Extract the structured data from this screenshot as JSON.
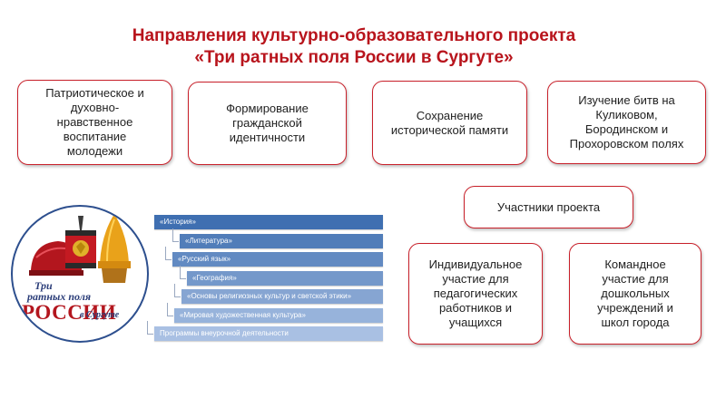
{
  "title": {
    "line1": "Направления культурно-образовательного проекта",
    "line2": "«Три ратных поля России в Сургуте»"
  },
  "directions": [
    "Патриотическое и\nдуховно-\nнравственное\nвоспитание\nмолодежи",
    "Формирование\nгражданской\nидентичности",
    "Сохранение\nисторической памяти",
    "Изучение битв на\nКуликовом,\nБородинском и\nПрохоровском полях"
  ],
  "participants": {
    "header": "Участники проекта",
    "individual": "Индивидуальное\nучастие для\nпедагогических\nработников и\nучащихся",
    "team": "Командное\nучастие для\nдошкольных\nучреждений и\nшкол города"
  },
  "logo": {
    "line1": "Три",
    "line2": "ратных поля",
    "line3": "РОССИИ",
    "line4": "в Сургуте"
  },
  "subjects": [
    "«История»",
    "«Литература»",
    "«Русский язык»",
    "«География»",
    "«Основы религиозных культур и светской этики»",
    "«Мировая художественная культура»",
    "Программы внеурочной деятельности"
  ],
  "colors": {
    "accent_red": "#c8202a",
    "title_red": "#b8141c",
    "bar_dark": "#3f6fb1",
    "bar_light": "#a9c0e3",
    "logo_border": "#2d4f8e"
  }
}
